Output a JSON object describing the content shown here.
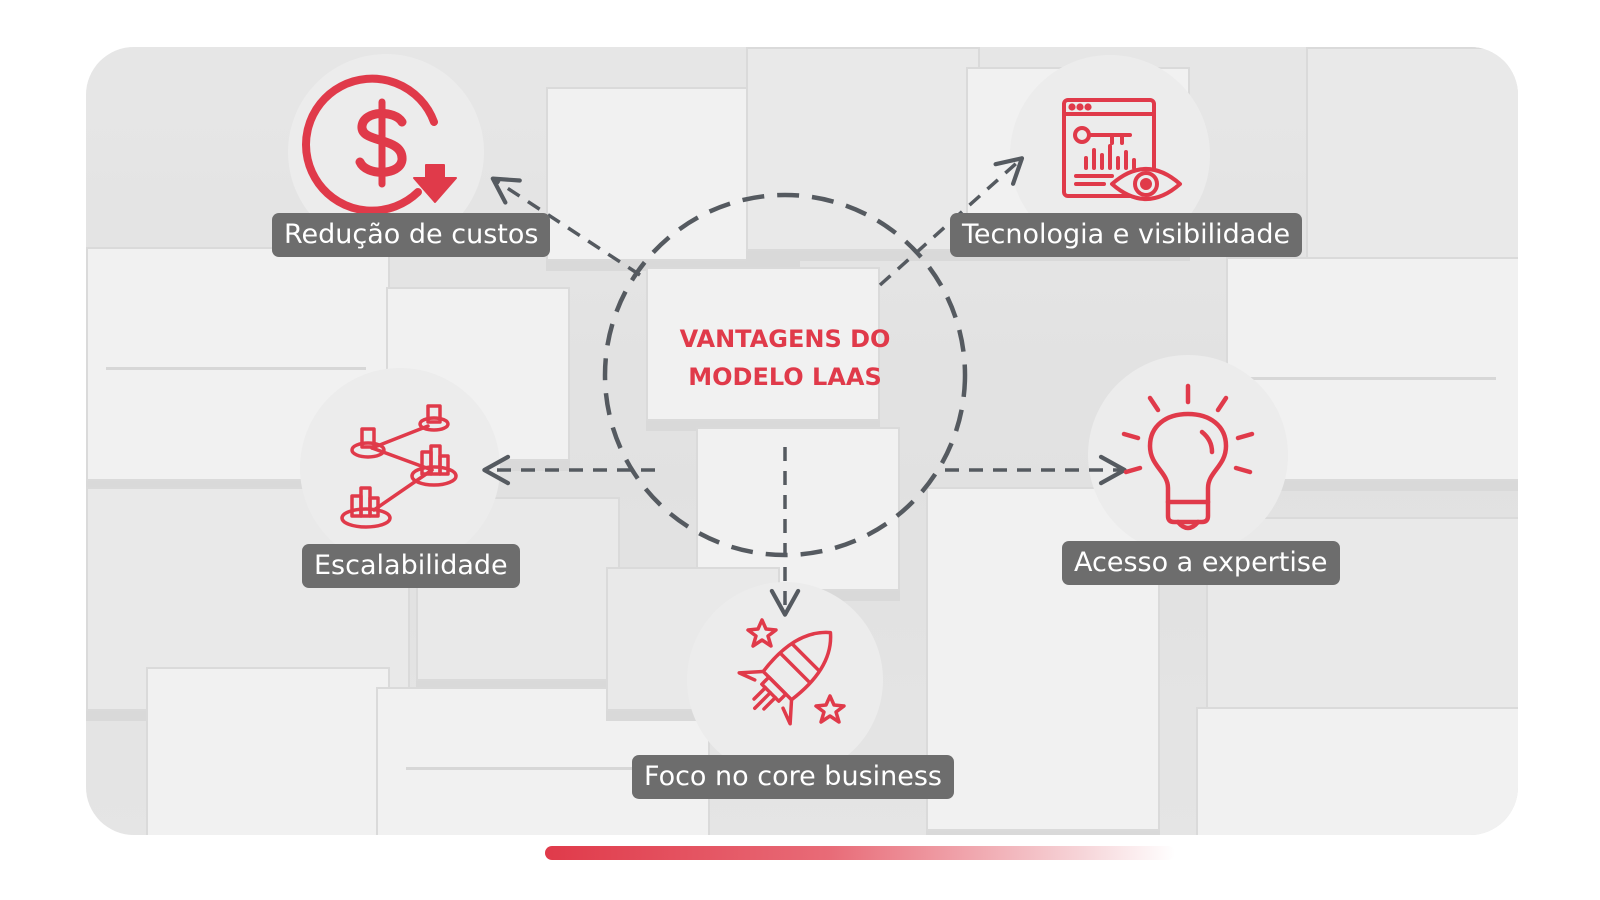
{
  "title": {
    "line1": "VANTAGENS DO",
    "line2": "MODELO LAAS"
  },
  "benefits": [
    {
      "label": "Redução de custos",
      "icon": "dollar-cost-reduction-icon"
    },
    {
      "label": "Tecnologia e visibilidade",
      "icon": "dashboard-visibility-icon"
    },
    {
      "label": "Escalabilidade",
      "icon": "scalability-network-icon"
    },
    {
      "label": "Acesso a expertise",
      "icon": "lightbulb-icon"
    },
    {
      "label": "Foco no core business",
      "icon": "rocket-icon"
    }
  ],
  "colors": {
    "accent": "#e03a4a",
    "label_bg": "#6d6d6d",
    "icon_circle": "#ececec",
    "connector": "#555a60"
  },
  "background": "warehouse-boxes-photo"
}
